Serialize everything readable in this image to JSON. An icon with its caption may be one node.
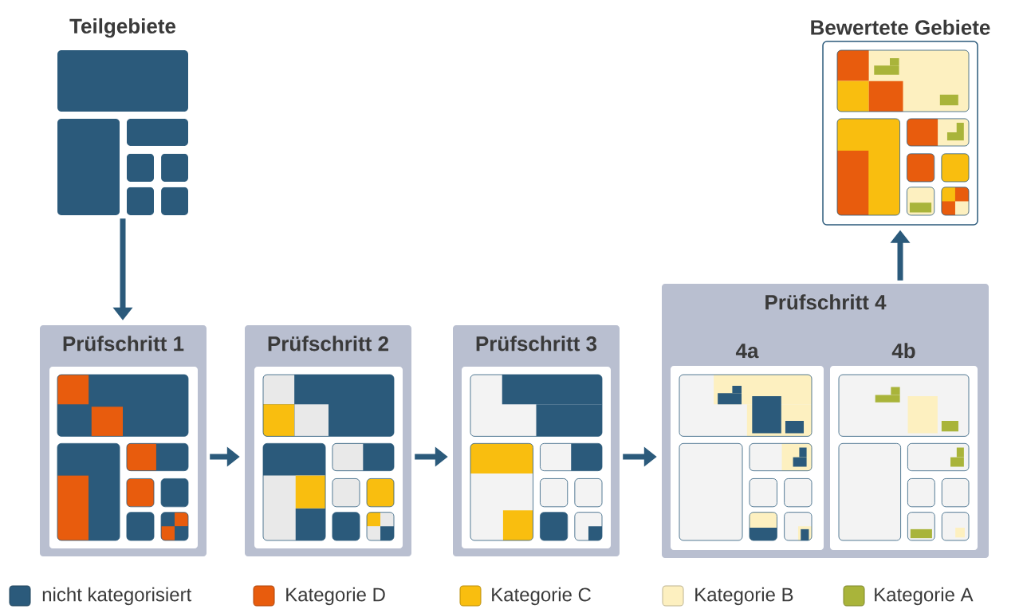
{
  "diagram": {
    "nodes": [
      {
        "text": [
          "Teilgebiete"
        ]
      },
      {
        "text": [
          "Prüfschritt 1"
        ]
      },
      {
        "text": [
          "Prüfschritt 2"
        ]
      },
      {
        "text": [
          "Prüfschritt 3"
        ]
      },
      {
        "text": [
          "Prüfschritt 4"
        ]
      },
      {
        "text": [
          "4a"
        ],
        "in": 4
      },
      {
        "text": [
          "4b"
        ],
        "in": 4
      },
      {
        "text": [
          "Bewertete Gebiete"
        ]
      }
    ],
    "edges": [
      {
        "from": 0,
        "to": 1,
        "arrow": "to"
      },
      {
        "from": 1,
        "to": 2,
        "arrow": "to"
      },
      {
        "from": 2,
        "to": 3,
        "arrow": "to"
      },
      {
        "from": 3,
        "to": 4,
        "arrow": "to"
      },
      {
        "from": 4,
        "to": 7,
        "arrow": "to"
      }
    ],
    "legend": [
      {
        "text": "nicht kategorisiert",
        "color": "#2b5a7b"
      },
      {
        "text": "Kategorie D",
        "color": "#e85c0d"
      },
      {
        "text": "Kategorie C",
        "color": "#f9be0f"
      },
      {
        "text": "Kategorie B",
        "color": "#fdf0c0"
      },
      {
        "text": "Kategorie A",
        "color": "#a9b43a"
      }
    ]
  }
}
